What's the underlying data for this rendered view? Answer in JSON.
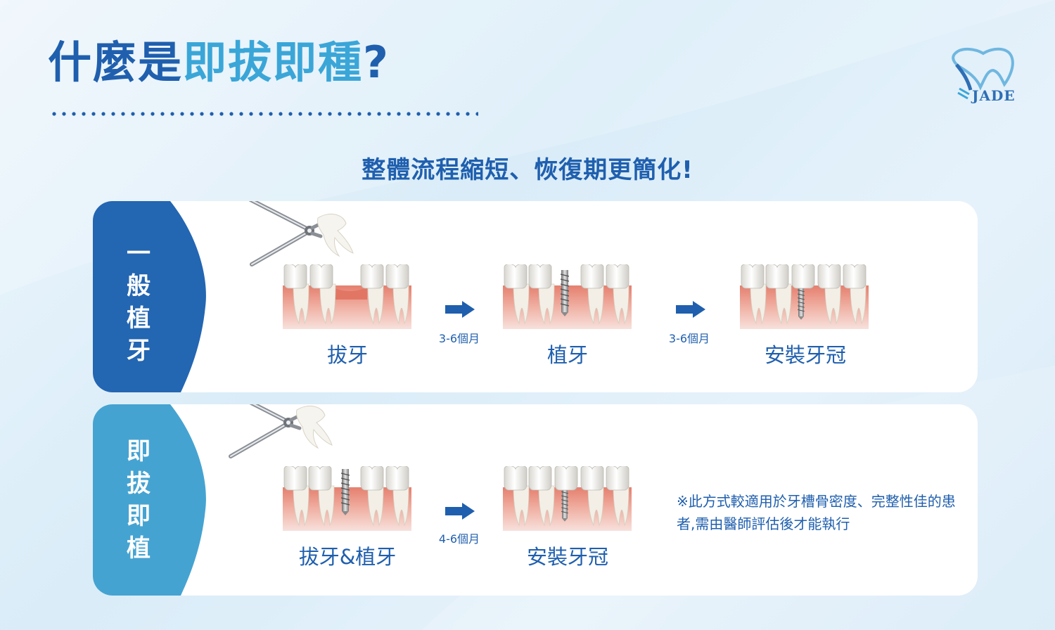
{
  "title": {
    "part1": "什麼是",
    "part2": "即拔即種",
    "part3": "?"
  },
  "logo": {
    "text": "JADE"
  },
  "subtitle": "整體流程縮短、恢復期更簡化!",
  "general": {
    "label_chars": [
      "一",
      "般",
      "植",
      "牙"
    ],
    "stages": [
      "拔牙",
      "植牙",
      "安裝牙冠"
    ],
    "durations": [
      "3-6個月",
      "3-6個月"
    ]
  },
  "immediate": {
    "label_chars": [
      "即",
      "拔",
      "即",
      "植"
    ],
    "stages": [
      "拔牙&植牙",
      "安裝牙冠"
    ],
    "durations": [
      "4-6個月"
    ],
    "note": "※此方式較適用於牙槽骨密度、完整性佳的患者,需由醫師評估後才能執行"
  },
  "colors": {
    "dark_blue": "#1f5fae",
    "light_blue": "#45a3d1",
    "gum": "#e9a79a"
  }
}
